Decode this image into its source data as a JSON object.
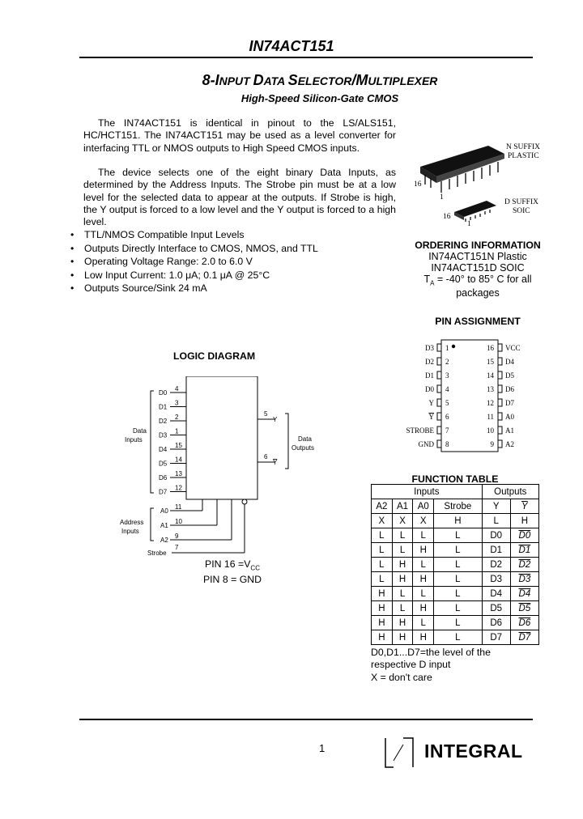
{
  "header": {
    "part_number": "IN74ACT151"
  },
  "title": {
    "line_big": [
      "8-I",
      "D",
      "S",
      "/M"
    ],
    "line_small": [
      "NPUT ",
      "ATA ",
      "ELECTOR",
      "ULTIPLEXER"
    ],
    "subtitle": "High-Speed Silicon-Gate CMOS"
  },
  "description": {
    "paragraph1": "The IN74ACT151 is identical in pinout to the LS/ALS151, HC/HCT151. The IN74ACT151 may be used as a level converter for interfacing TTL or NMOS outputs to High Speed CMOS inputs.",
    "paragraph2": "The device selects one of the eight binary Data Inputs, as determined by the Address Inputs. The Strobe pin must be at a low level for the selected data to appear at the outputs. If Strobe is high, the Y output is forced to a low level and the Y output is forced to a high level."
  },
  "features": [
    "TTL/NMOS Compatible Input Levels",
    "Outputs Directly Interface to CMOS, NMOS, and TTL",
    "Operating Voltage Range: 2.0 to 6.0 V",
    "Low Input Current: 1.0 μA; 0.1 μA @ 25°C",
    "Outputs Source/Sink 24 mA"
  ],
  "packages": {
    "n_suffix": "N SUFFIX",
    "n_type": "PLASTIC",
    "d_suffix": "D SUFFIX",
    "d_type": "SOIC",
    "pin16_label": "16",
    "pin1_label": "1"
  },
  "ordering": {
    "heading": "ORDERING INFORMATION",
    "line1": "IN74ACT151N Plastic",
    "line2": "IN74ACT151D SOIC",
    "temp_prefix": "T",
    "temp_sub": "A",
    "temp_rest": " = -40° to 85° C for all",
    "temp_line2": "packages"
  },
  "pin_assignment": {
    "heading": "PIN ASSIGNMENT",
    "left": [
      {
        "name": "D3",
        "num": "1"
      },
      {
        "name": "D2",
        "num": "2"
      },
      {
        "name": "D1",
        "num": "3"
      },
      {
        "name": "D0",
        "num": "4"
      },
      {
        "name": "Y",
        "num": "5"
      },
      {
        "name": "Y",
        "num": "6"
      },
      {
        "name": "STROBE",
        "num": "7"
      },
      {
        "name": "GND",
        "num": "8"
      }
    ],
    "right": [
      {
        "name": "VCC",
        "num": "16"
      },
      {
        "name": "D4",
        "num": "15"
      },
      {
        "name": "D5",
        "num": "14"
      },
      {
        "name": "D6",
        "num": "13"
      },
      {
        "name": "D7",
        "num": "12"
      },
      {
        "name": "A0",
        "num": "11"
      },
      {
        "name": "A1",
        "num": "10"
      },
      {
        "name": "A2",
        "num": "9"
      }
    ]
  },
  "logic_diagram": {
    "heading": "LOGIC DIAGRAM",
    "data_inputs_label": [
      "Data",
      "Inputs"
    ],
    "data_outputs_label": [
      "Data",
      "Outputs"
    ],
    "address_inputs_label": [
      "Address",
      "Inputs"
    ],
    "strobe_label": "Strobe",
    "inputs": [
      {
        "name": "D0",
        "pin": "4"
      },
      {
        "name": "D1",
        "pin": "3"
      },
      {
        "name": "D2",
        "pin": "2"
      },
      {
        "name": "D3",
        "pin": "1"
      },
      {
        "name": "D4",
        "pin": "15"
      },
      {
        "name": "D5",
        "pin": "14"
      },
      {
        "name": "D6",
        "pin": "13"
      },
      {
        "name": "D7",
        "pin": "12"
      }
    ],
    "address": [
      {
        "name": "A0",
        "pin": "11"
      },
      {
        "name": "A1",
        "pin": "10"
      },
      {
        "name": "A2",
        "pin": "9"
      }
    ],
    "strobe_pin": "7",
    "out_y": {
      "name": "Y",
      "pin": "5"
    },
    "out_ybar": {
      "name": "Y",
      "pin": "6"
    },
    "pin16_prefix": "PIN 16 =V",
    "pin16_sub": "CC",
    "pin8": "PIN 8 = GND"
  },
  "function_table": {
    "heading": "FUNCTION TABLE",
    "group_inputs": "Inputs",
    "group_outputs": "Outputs",
    "columns": [
      "A2",
      "A1",
      "A0",
      "Strobe",
      "Y",
      "Y"
    ],
    "rows": [
      [
        "X",
        "X",
        "X",
        "H",
        "L",
        "H"
      ],
      [
        "L",
        "L",
        "L",
        "L",
        "D0",
        "D0"
      ],
      [
        "L",
        "L",
        "H",
        "L",
        "D1",
        "D1"
      ],
      [
        "L",
        "H",
        "L",
        "L",
        "D2",
        "D2"
      ],
      [
        "L",
        "H",
        "H",
        "L",
        "D3",
        "D3"
      ],
      [
        "H",
        "L",
        "L",
        "L",
        "D4",
        "D4"
      ],
      [
        "H",
        "L",
        "H",
        "L",
        "D5",
        "D5"
      ],
      [
        "H",
        "H",
        "L",
        "L",
        "D6",
        "D6"
      ],
      [
        "H",
        "H",
        "H",
        "L",
        "D7",
        "D7"
      ]
    ],
    "note1": "D0,D1...D7=the level of the",
    "note2": "respective D input",
    "note3": "X = don't care"
  },
  "footer": {
    "page_number": "1",
    "brand": "INTEGRAL"
  }
}
